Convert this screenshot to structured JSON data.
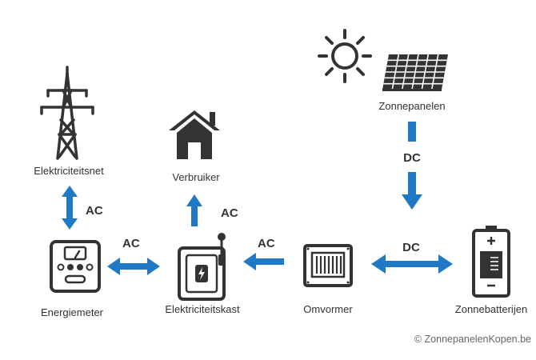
{
  "nodes": {
    "grid": "Elektriciteitsnet",
    "consumer": "Verbruiker",
    "solar_panels": "Zonnepanelen",
    "meter": "Energiemeter",
    "breaker_box": "Elektriciteitskast",
    "inverter": "Omvormer",
    "battery": "Zonnebatterijen"
  },
  "flows": {
    "grid_meter": "AC",
    "meter_box": "AC",
    "box_consumer": "AC",
    "inverter_box": "AC",
    "panels_inverter": "DC",
    "inverter_battery": "DC"
  },
  "copyright": "© ZonnepanelenKopen.be",
  "colors": {
    "arrow": "#2079c7",
    "icon": "#333333",
    "text": "#333333"
  }
}
